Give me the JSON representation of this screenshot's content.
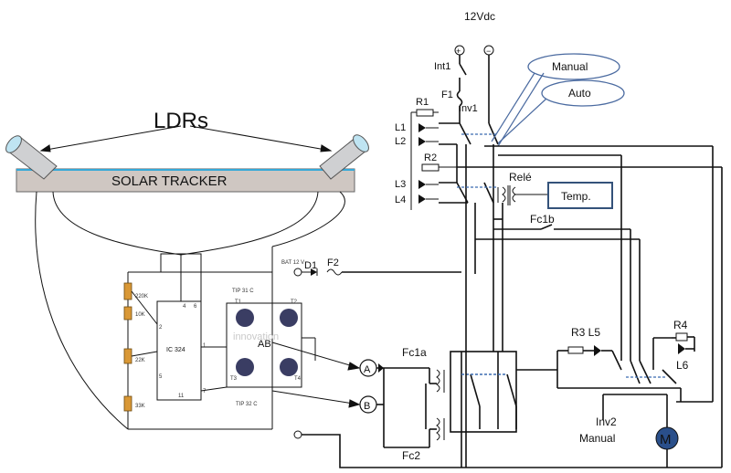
{
  "supply": {
    "title": "12Vdc",
    "plus": "+",
    "minus": "−"
  },
  "tracker": {
    "ldrs_label": "LDRs",
    "bar_label": "SOLAR TRACKER"
  },
  "circuit": {
    "r_220k": "220K",
    "r_10k": "10K",
    "r_22k": "22K",
    "r_33k": "33K",
    "ic": "IC 324",
    "pin4": "4",
    "pin6": "6",
    "pin2": "2",
    "pin1": "1",
    "pin5": "5",
    "pin11": "11",
    "pin7": "7",
    "tip31": "TIP 31 C",
    "tip32": "TIP 32 C",
    "t1": "T1",
    "t2": "T2",
    "t3": "T3",
    "t4": "T4",
    "ab": "AB",
    "watermark": "innovation",
    "bat": "BAT 12 V",
    "d1": "D1",
    "f2": "F2"
  },
  "control": {
    "int1": "Int1",
    "f1": "F1",
    "inv1": "Inv1",
    "r1": "R1",
    "r2": "R2",
    "l1": "L1",
    "l2": "L2",
    "l3": "L3",
    "l4": "L4",
    "rele": "Relé",
    "temp": "Temp.",
    "fc1b": "Fc1b",
    "a": "A",
    "b": "B",
    "fc1a": "Fc1a",
    "fc2": "Fc2",
    "r3l5": "R3 L5",
    "r4": "R4",
    "l6": "L6",
    "inv2": "Inv2",
    "manual_bottom": "Manual",
    "motor": "M"
  },
  "callouts": {
    "manual": "Manual",
    "auto": "Auto"
  },
  "colors": {
    "callout_stroke": "#4a6aa0",
    "motor_fill": "#2a4f8a",
    "temp_box": "#34527a",
    "bar_fill": "#cfc7c2",
    "bar_edge": "#35a8d8"
  }
}
